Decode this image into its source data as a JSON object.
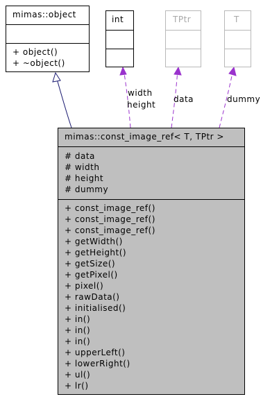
{
  "classes": {
    "object": {
      "name": "mimas::object",
      "attributes": [],
      "methods": [
        "+ object()",
        "+ ~object()"
      ]
    },
    "int_type": {
      "name": "int"
    },
    "tptr_type": {
      "name": "TPtr"
    },
    "t_type": {
      "name": "T"
    },
    "const_image_ref": {
      "name": "mimas::const_image_ref< T, TPtr >",
      "attributes": [
        "# data",
        "# width",
        "# height",
        "# dummy"
      ],
      "methods": [
        "+ const_image_ref()",
        "+ const_image_ref()",
        "+ const_image_ref()",
        "+ getWidth()",
        "+ getHeight()",
        "+ getSize()",
        "+ getPixel()",
        "+ pixel()",
        "+ rawData()",
        "+ initialised()",
        "+ in()",
        "+ in()",
        "+ in()",
        "+ upperLeft()",
        "+ lowerRight()",
        "+ ul()",
        "+ lr()"
      ]
    }
  },
  "relations": {
    "int_label_1": "width",
    "int_label_2": "height",
    "tptr_label": "data",
    "t_label": "dummy"
  },
  "colors": {
    "main_fill": "#bfbfbf",
    "usage_arrow": "#9a32cd",
    "inherit_arrow": "#191970",
    "template_border": "#b8b8b8"
  }
}
